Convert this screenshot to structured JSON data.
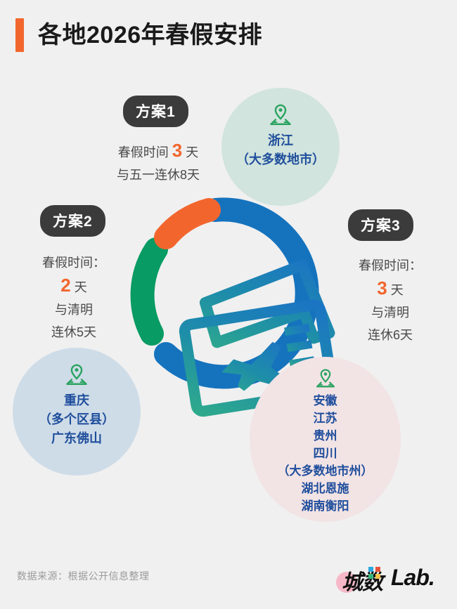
{
  "header": {
    "title": "各地2026年春假安排",
    "accent_color": "#F2662E"
  },
  "plans": [
    {
      "badge": "方案1",
      "line1": "春假时间",
      "days": "3",
      "unit": "天",
      "line2": "与五一连休8天"
    },
    {
      "badge": "方案2",
      "line1": "春假时间：",
      "days": "2",
      "unit": "天",
      "line2": "与清明",
      "line3": "连休5天"
    },
    {
      "badge": "方案3",
      "line1": "春假时间：",
      "days": "3",
      "unit": "天",
      "line2": "与清明",
      "line3": "连休6天"
    }
  ],
  "regions": {
    "green": {
      "icon": "map-pin-icon",
      "lines": [
        "浙江",
        "（大多数地市）"
      ],
      "bg_color": "#D1E4DD"
    },
    "blue": {
      "icon": "map-pin-icon",
      "lines": [
        "重庆",
        "（多个区县）",
        "广东佛山"
      ],
      "bg_color": "#CEDCE8"
    },
    "pink": {
      "icon": "map-pin-icon",
      "lines": [
        "安徽",
        "江苏",
        "贵州",
        "四川",
        "（大多数地市州）",
        "湖北恩施",
        "湖南衡阳"
      ],
      "bg_color": "#F2E3E5"
    }
  },
  "chart_data": {
    "type": "pie",
    "title": "各地2026年春假安排",
    "subtype": "donut",
    "categories": [
      "方案3（蓝）",
      "方案2（绿）",
      "方案1（橙）"
    ],
    "values": [
      55,
      24,
      16
    ],
    "colors": [
      "#1573BE",
      "#089B63",
      "#F2662E"
    ],
    "center_icon": "airplane-ticket-icon",
    "legend": "none",
    "annotations": [
      "方案1：春假时间 3 天，与五一连休8天",
      "方案2：春假时间：2 天，与清明连休5天",
      "方案3：春假时间：3 天，与清明连休6天"
    ]
  },
  "footer": {
    "source": "数据来源：根据公开信息整理",
    "logo_cn": "城数",
    "logo_en": "Lab."
  }
}
